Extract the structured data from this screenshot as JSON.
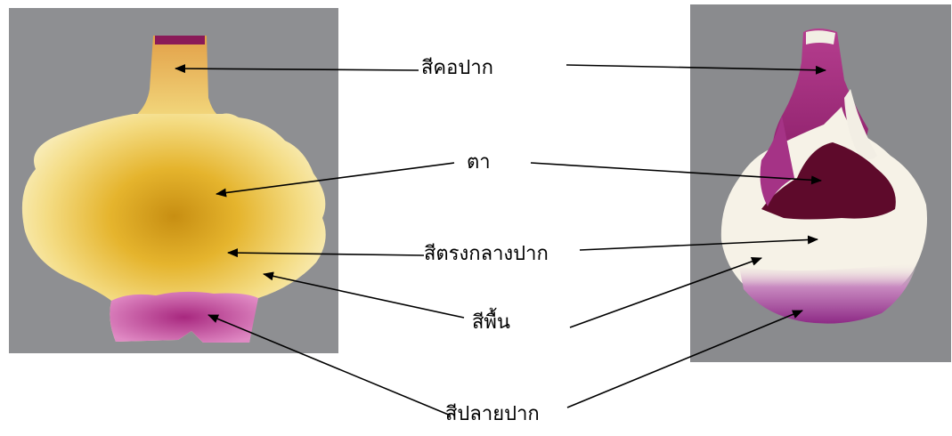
{
  "colors": {
    "background_gray": "#8a8b8e",
    "petal_yellow": "#f1cf52",
    "petal_cream": "#fbf4c8",
    "lip_pink": "#c1479b",
    "petal_white": "#f6f2e7",
    "dark_maroon": "#5e0a2b",
    "lip_purple": "#9c2f8f",
    "arrow": "#000000"
  },
  "photos": [
    {
      "name": "yellow-orchid-lip-photo"
    },
    {
      "name": "white-purple-orchid-lip-photo"
    }
  ],
  "labels": {
    "throat_color": "สีคอปาก",
    "eye": "ตา",
    "mid_lip_color": "สีตรงกลางปาก",
    "base_color": "สีพื้น",
    "lip_tip_color": "สีปลายปาก"
  }
}
